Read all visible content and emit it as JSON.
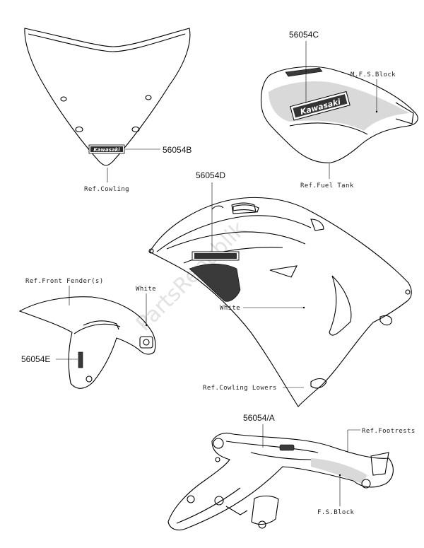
{
  "watermark": "PartsRepublik",
  "parts": {
    "windshield": {
      "part_number": "56054B",
      "ref": "Ref.Cowling",
      "emblem_text": "Kawasaki"
    },
    "fuel_tank": {
      "part_number": "56054C",
      "ref": "Ref.Fuel Tank",
      "note": "M.F.S.Block",
      "emblem_text": "Kawasaki"
    },
    "cowling_lowers": {
      "part_number": "56054D",
      "ref": "Ref.Cowling Lowers",
      "note": "White"
    },
    "front_fender": {
      "part_number": "56054E",
      "ref": "Ref.Front Fender(s)",
      "note": "White"
    },
    "footrest": {
      "part_number": "56054/A",
      "ref": "Ref.Footrests",
      "note": "F.S.Block"
    }
  }
}
